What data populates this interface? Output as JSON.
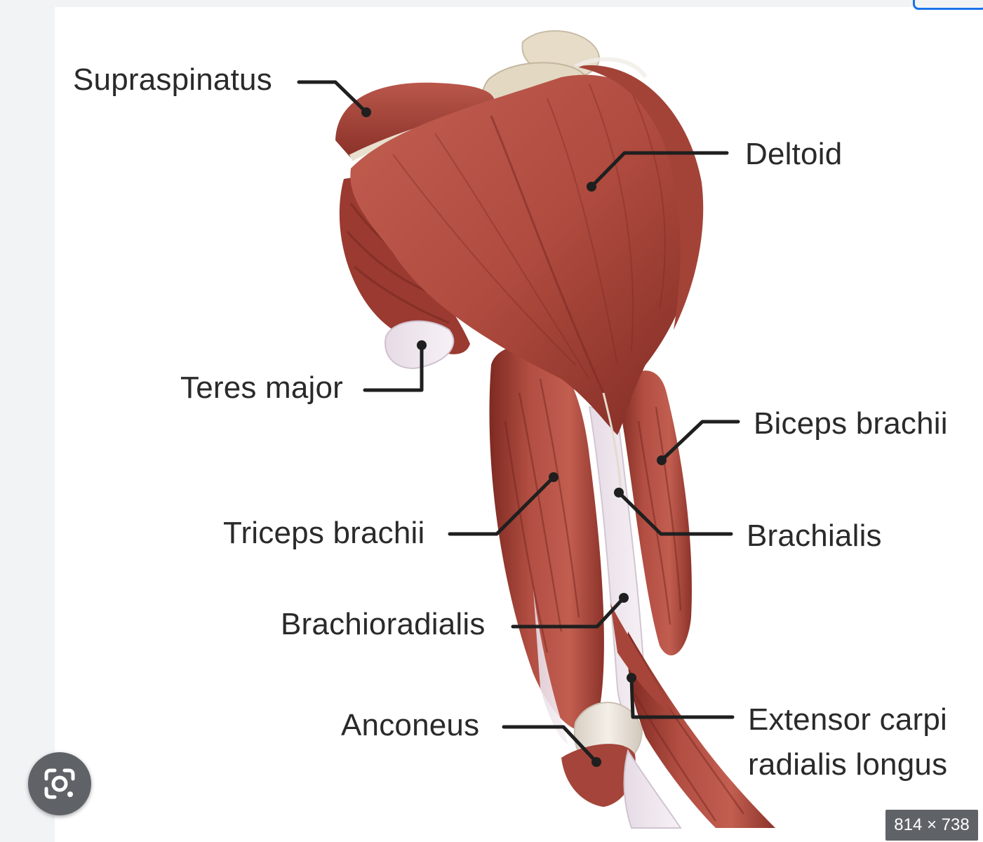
{
  "labels": {
    "supraspinatus": "Supraspinatus",
    "deltoid": "Deltoid",
    "teres_major": "Teres major",
    "biceps_brachii": "Biceps brachii",
    "triceps_brachii": "Triceps brachii",
    "brachialis": "Brachialis",
    "brachioradialis": "Brachioradialis",
    "anconeus": "Anconeus",
    "extensor_line1": "Extensor carpi",
    "extensor_line2": "radialis longus"
  },
  "image_dimensions": "814 × 738",
  "icons": {
    "lens": "google-lens-icon"
  },
  "colors": {
    "muscle": "#a8453a",
    "muscle_dark": "#7e2a22",
    "tendon": "#ece6dc",
    "leader_line": "#1f1f1f",
    "label_text": "#2a2a2a",
    "badge_bg": "#5f6368"
  }
}
